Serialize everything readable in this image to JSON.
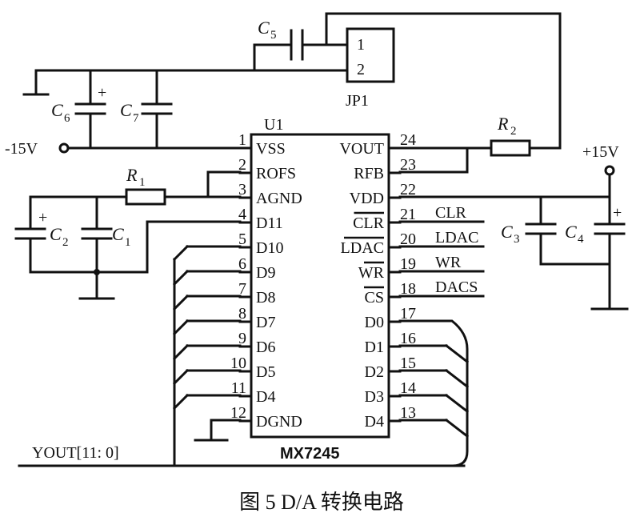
{
  "caption": "图 5  D/A 转换电路",
  "chip": {
    "ref": "U1",
    "part": "MX7245",
    "left_pins": [
      {
        "num": "1",
        "name": "VSS",
        "overline": false
      },
      {
        "num": "2",
        "name": "ROFS",
        "overline": false
      },
      {
        "num": "3",
        "name": "AGND",
        "overline": false
      },
      {
        "num": "4",
        "name": "D11",
        "overline": false
      },
      {
        "num": "5",
        "name": "D10",
        "overline": false
      },
      {
        "num": "6",
        "name": "D9",
        "overline": false
      },
      {
        "num": "7",
        "name": "D8",
        "overline": false
      },
      {
        "num": "8",
        "name": "D7",
        "overline": false
      },
      {
        "num": "9",
        "name": "D6",
        "overline": false
      },
      {
        "num": "10",
        "name": "D5",
        "overline": false
      },
      {
        "num": "11",
        "name": "D4",
        "overline": false
      },
      {
        "num": "12",
        "name": "DGND",
        "overline": false
      }
    ],
    "right_pins": [
      {
        "num": "24",
        "name": "VOUT",
        "overline": false
      },
      {
        "num": "23",
        "name": "RFB",
        "overline": false
      },
      {
        "num": "22",
        "name": "VDD",
        "overline": false
      },
      {
        "num": "21",
        "name": "CLR",
        "overline": true
      },
      {
        "num": "20",
        "name": "LDAC",
        "overline": true
      },
      {
        "num": "19",
        "name": "WR",
        "overline": true
      },
      {
        "num": "18",
        "name": "CS",
        "overline": true
      },
      {
        "num": "17",
        "name": "D0",
        "overline": false
      },
      {
        "num": "16",
        "name": "D1",
        "overline": false
      },
      {
        "num": "15",
        "name": "D2",
        "overline": false
      },
      {
        "num": "14",
        "name": "D3",
        "overline": false
      },
      {
        "num": "13",
        "name": "D4",
        "overline": false
      }
    ]
  },
  "signals": [
    "CLR",
    "LDAC",
    "WR",
    "DACS"
  ],
  "components": {
    "C5": {
      "letter": "C",
      "sub": "5"
    },
    "C6": {
      "letter": "C",
      "sub": "6"
    },
    "C7": {
      "letter": "C",
      "sub": "7"
    },
    "C2": {
      "letter": "C",
      "sub": "2"
    },
    "C1": {
      "letter": "C",
      "sub": "1"
    },
    "C3": {
      "letter": "C",
      "sub": "3"
    },
    "C4": {
      "letter": "C",
      "sub": "4"
    },
    "R1": {
      "letter": "R",
      "sub": "1"
    },
    "R2": {
      "letter": "R",
      "sub": "2"
    }
  },
  "jumper": {
    "ref": "JP1",
    "pin1": "1",
    "pin2": "2"
  },
  "supplies": {
    "neg": "-15V",
    "pos": "+15V"
  },
  "bus_label": "YOUT[11: 0]",
  "polarity": "+"
}
